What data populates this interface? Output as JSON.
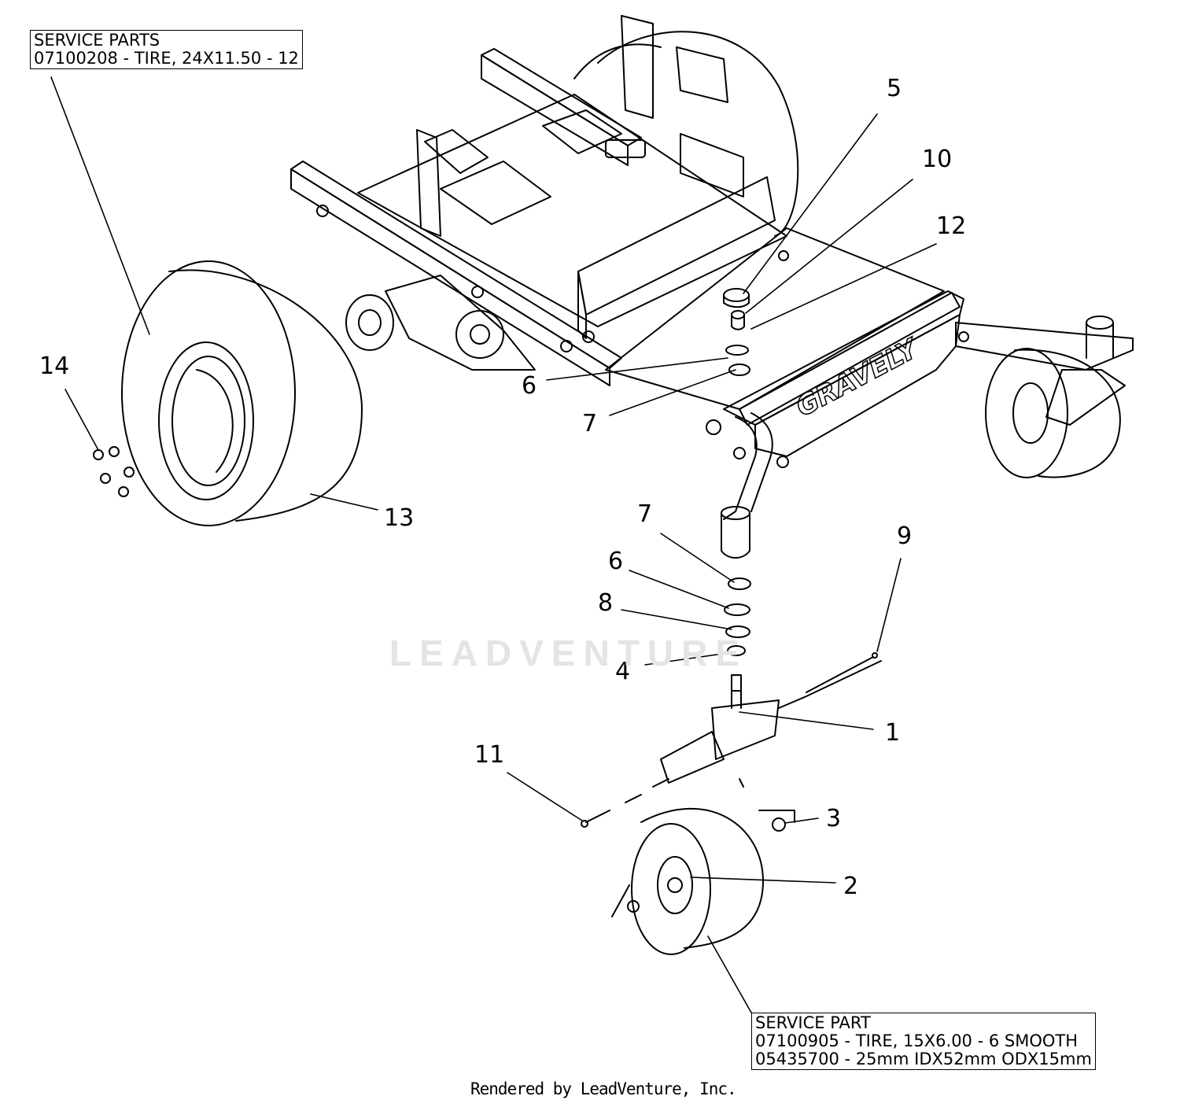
{
  "service_box_top": {
    "title": "SERVICE PARTS",
    "lines": [
      "07100208 - TIRE, 24X11.50 - 12"
    ]
  },
  "service_box_bottom": {
    "title": "SERVICE PART",
    "lines": [
      "07100905 - TIRE, 15X6.00 - 6 SMOOTH",
      "05435700 - 25mm IDX52mm ODX15mm"
    ]
  },
  "callouts": [
    "5",
    "10",
    "12",
    "6",
    "7",
    "14",
    "13",
    "7",
    "6",
    "8",
    "4",
    "9",
    "1",
    "11",
    "3",
    "2"
  ],
  "brand_on_frame": "GRAVELY",
  "watermark": "LEADVENTURE",
  "footer": "Rendered by LeadVenture, Inc."
}
